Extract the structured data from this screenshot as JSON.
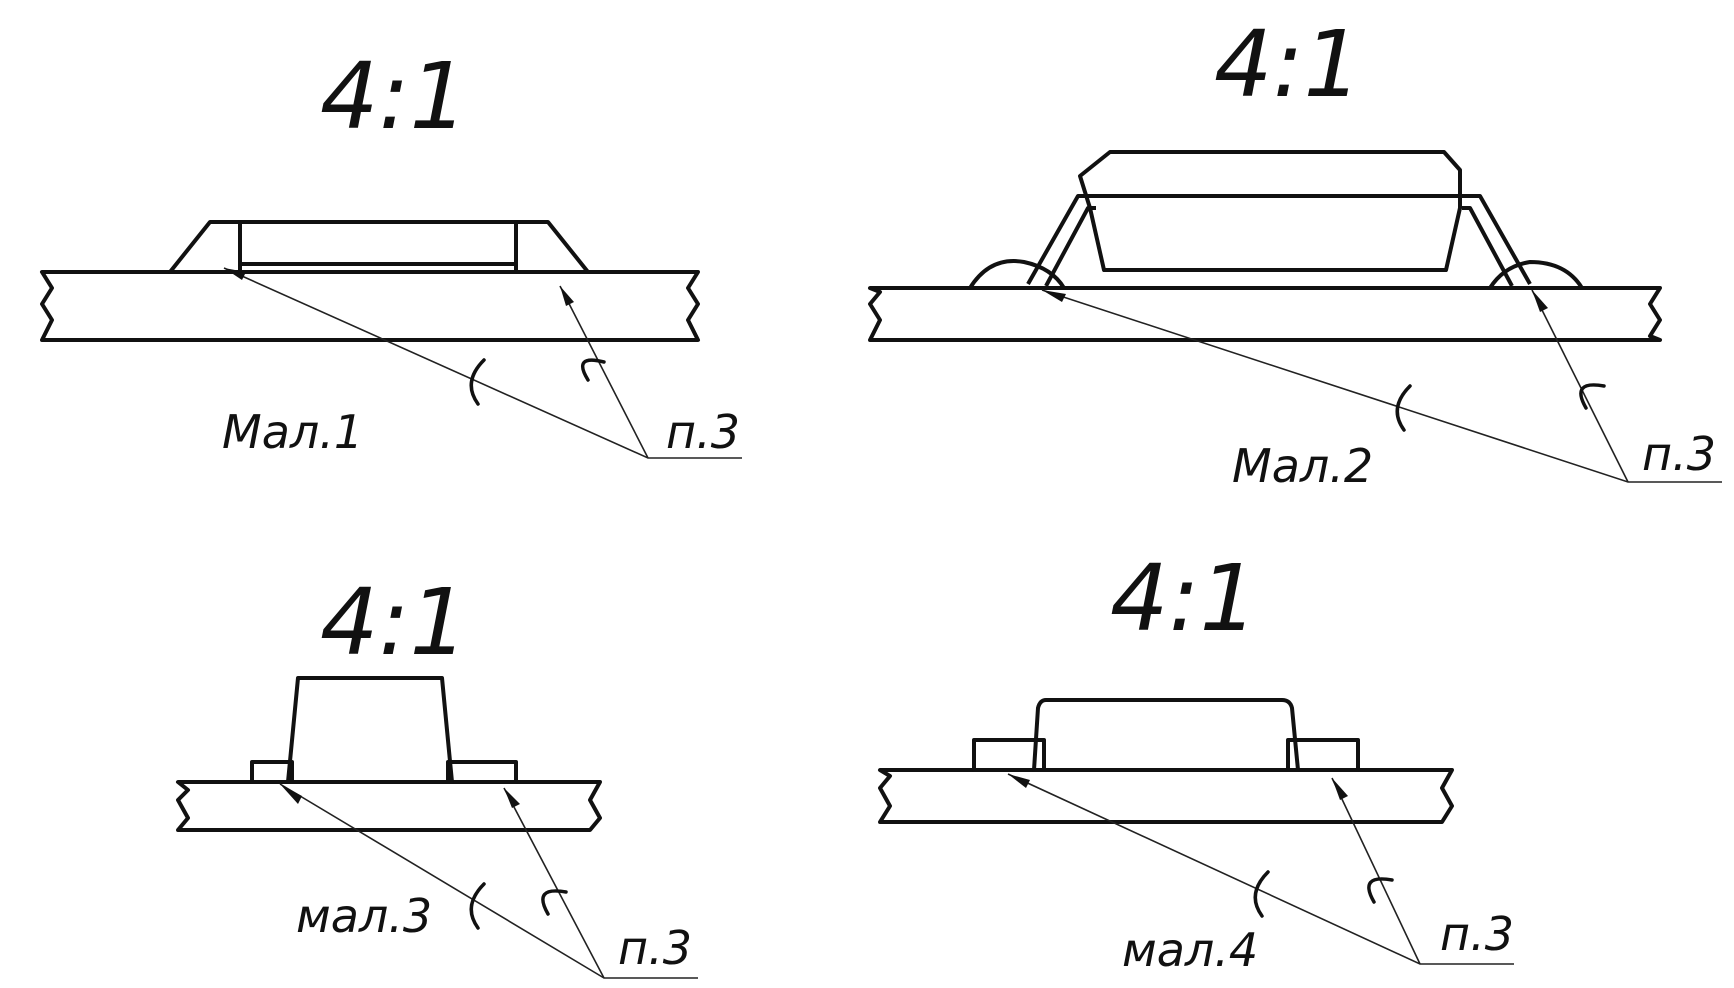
{
  "drawing": {
    "details": [
      {
        "scale": "4:1",
        "figure": "Мал.1",
        "note": "п.3"
      },
      {
        "scale": "4:1",
        "figure": "Мал.2",
        "note": "п.3"
      },
      {
        "scale": "4:1",
        "figure": "мал.3",
        "note": "п.3"
      },
      {
        "scale": "4:1",
        "figure": "мал.4",
        "note": "п.3"
      }
    ]
  },
  "colors": {
    "line": "#111111",
    "solder": "#4a4a4a",
    "hatch": "#222222",
    "paper": "#ffffff"
  }
}
